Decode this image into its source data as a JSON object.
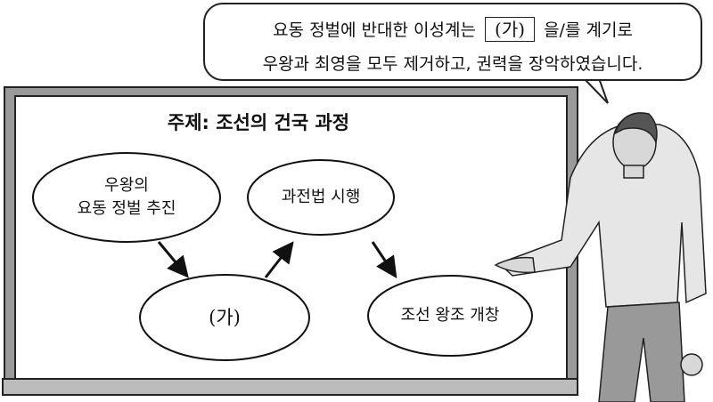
{
  "speech": {
    "line1_before": "요동 정벌에 반대한 이성계는",
    "blank": "(가)",
    "line1_after": "을/를 계기로",
    "line2": "우왕과 최영을 모두 제거하고, 권력을 장악하였습니다."
  },
  "board": {
    "title": "주제: 조선의 건국 과정",
    "nodes": {
      "n1_line1": "우왕의",
      "n1_line2": "요동 정벌 추진",
      "n2": "(가)",
      "n3": "과전법 시행",
      "n4": "조선 왕조 개창"
    }
  }
}
